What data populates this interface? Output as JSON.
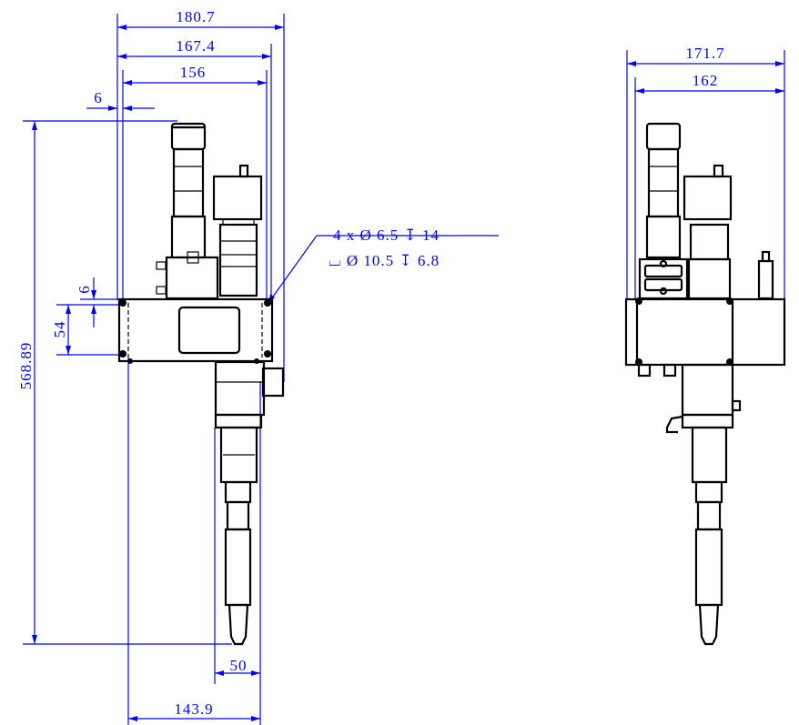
{
  "front_view": {
    "dimensions": {
      "overall_width": "180.7",
      "width_2": "167.4",
      "width_3": "156",
      "offset_top": "6",
      "overall_height": "568.89",
      "mount_height": "54",
      "mount_offset": "6",
      "nozzle_width": "50",
      "bottom_width": "143.9"
    },
    "hole_callout": {
      "line1": "4 x Ø 6.5 ↧ 14",
      "line2": "⌴ Ø 10.5 ↧ 6.8"
    }
  },
  "side_view": {
    "dimensions": {
      "overall_width": "171.7",
      "width_2": "162"
    }
  },
  "colors": {
    "dimension": "#0000ff",
    "part": "#000000"
  }
}
